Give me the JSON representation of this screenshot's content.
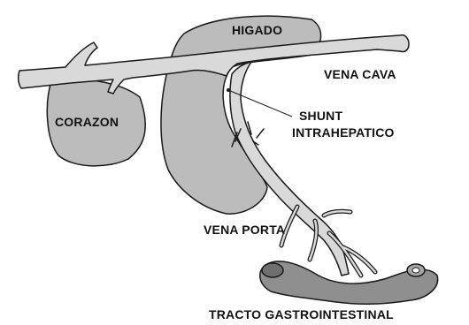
{
  "labels": {
    "liver": "HIGADO",
    "heart": "CORAZON",
    "vena_cava": "VENA CAVA",
    "shunt_line1": "SHUNT",
    "shunt_line2": "INTRAHEPATICO",
    "portal_vein": "VENA PORTA",
    "gi_tract": "TRACTO GASTROINTESTINAL"
  },
  "colors": {
    "organ_fill": "#bcbcbc",
    "vessel_fill": "#d9d9d9",
    "intestine_fill": "#8f8f8f",
    "outline": "#1a1a1a",
    "text": "#111111"
  }
}
